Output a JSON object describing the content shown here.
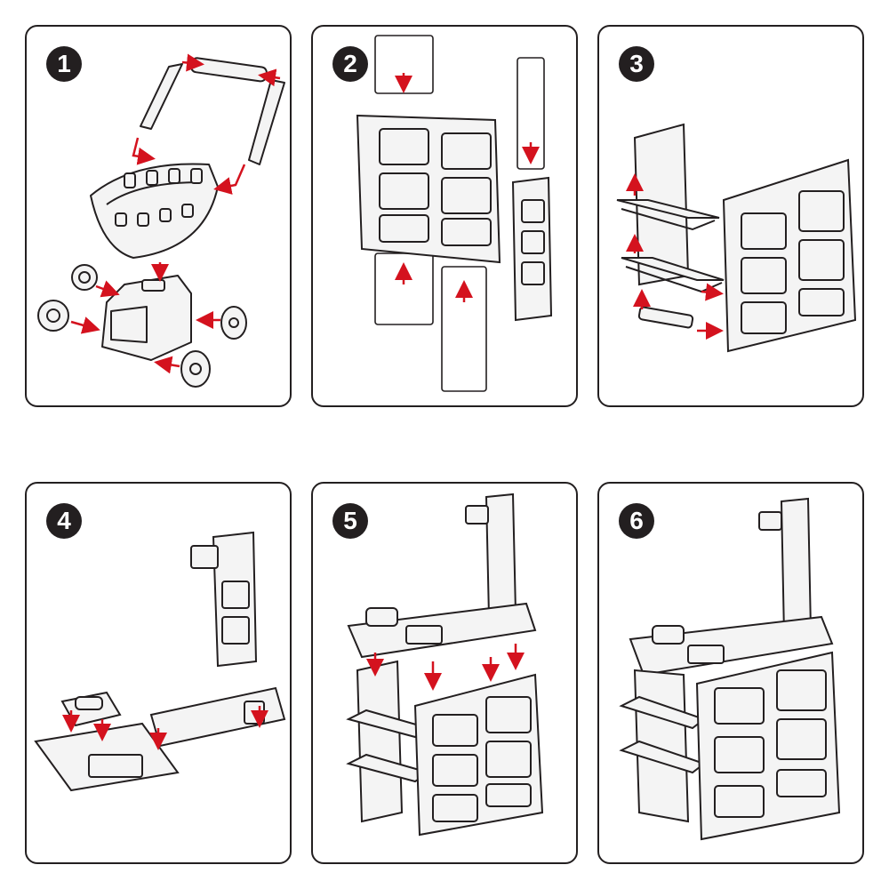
{
  "steps": [
    {
      "number": "1"
    },
    {
      "number": "2"
    },
    {
      "number": "3"
    },
    {
      "number": "4"
    },
    {
      "number": "5"
    },
    {
      "number": "6"
    }
  ],
  "colors": {
    "outline": "#231f20",
    "arrow": "#d4121e",
    "panel_fill": "#ffffff",
    "part_fill": "#f4f4f4"
  },
  "icons": {
    "arrow": "red-assembly-arrow",
    "badge": "step-number-circle"
  }
}
